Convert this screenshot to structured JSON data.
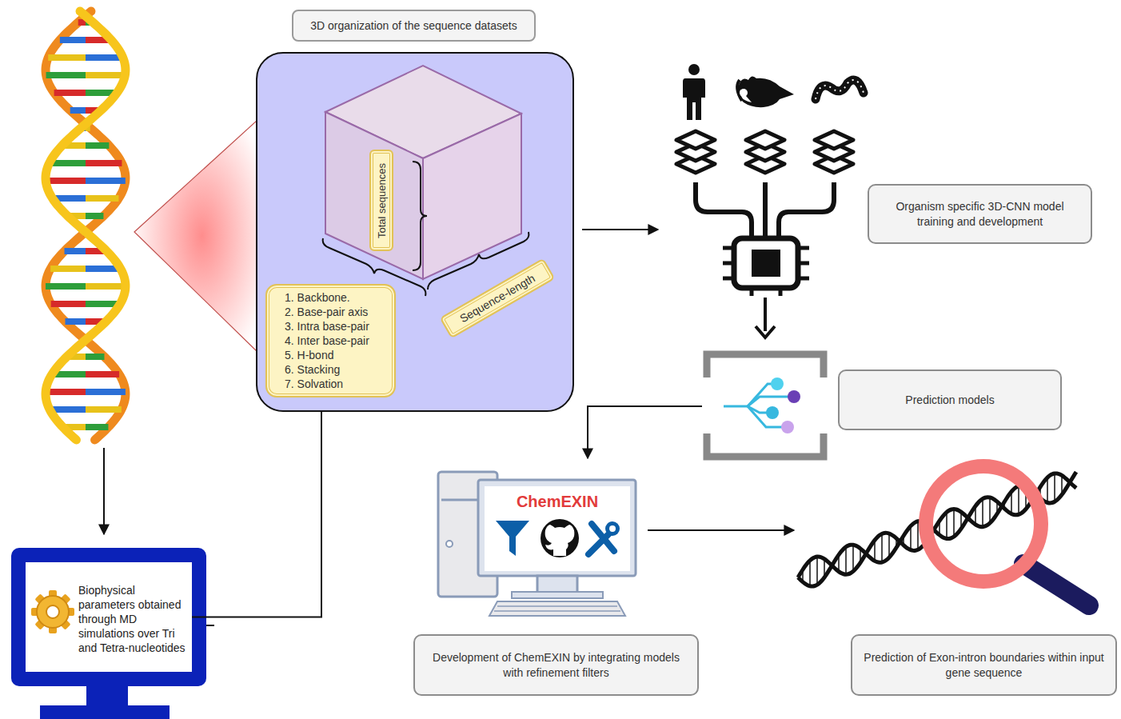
{
  "diagram": {
    "nodes": [
      {
        "text": [
          "3D organization of the sequence datasets"
        ]
      },
      {
        "text": [
          "Total sequences"
        ],
        "in": 0
      },
      {
        "text": [
          "Sequence-length"
        ],
        "in": 0
      },
      {
        "text": [
          "1. Backbone.",
          "2. Base-pair axis",
          "3. Intra base-pair",
          "4. Inter base-pair",
          "5. H-bond",
          "6. Stacking",
          "7. Solvation"
        ],
        "in": 0
      },
      {
        "text": [
          "Organism specific 3D-CNN model training and development"
        ]
      },
      {
        "text": [
          "Prediction models"
        ]
      },
      {
        "text": [
          "ChemEXIN"
        ]
      },
      {
        "text": [
          "Development of ChemEXIN by integrating models with refinement filters"
        ]
      },
      {
        "text": [
          "Biophysical parameters obtained through MD simulations over Tri and Tetra-nucleotides"
        ]
      },
      {
        "text": [
          "Prediction of Exon-intron boundaries within input gene sequence"
        ]
      }
    ],
    "edges": [
      {
        "from": 8,
        "to": 3,
        "arrow": "to"
      }
    ]
  }
}
